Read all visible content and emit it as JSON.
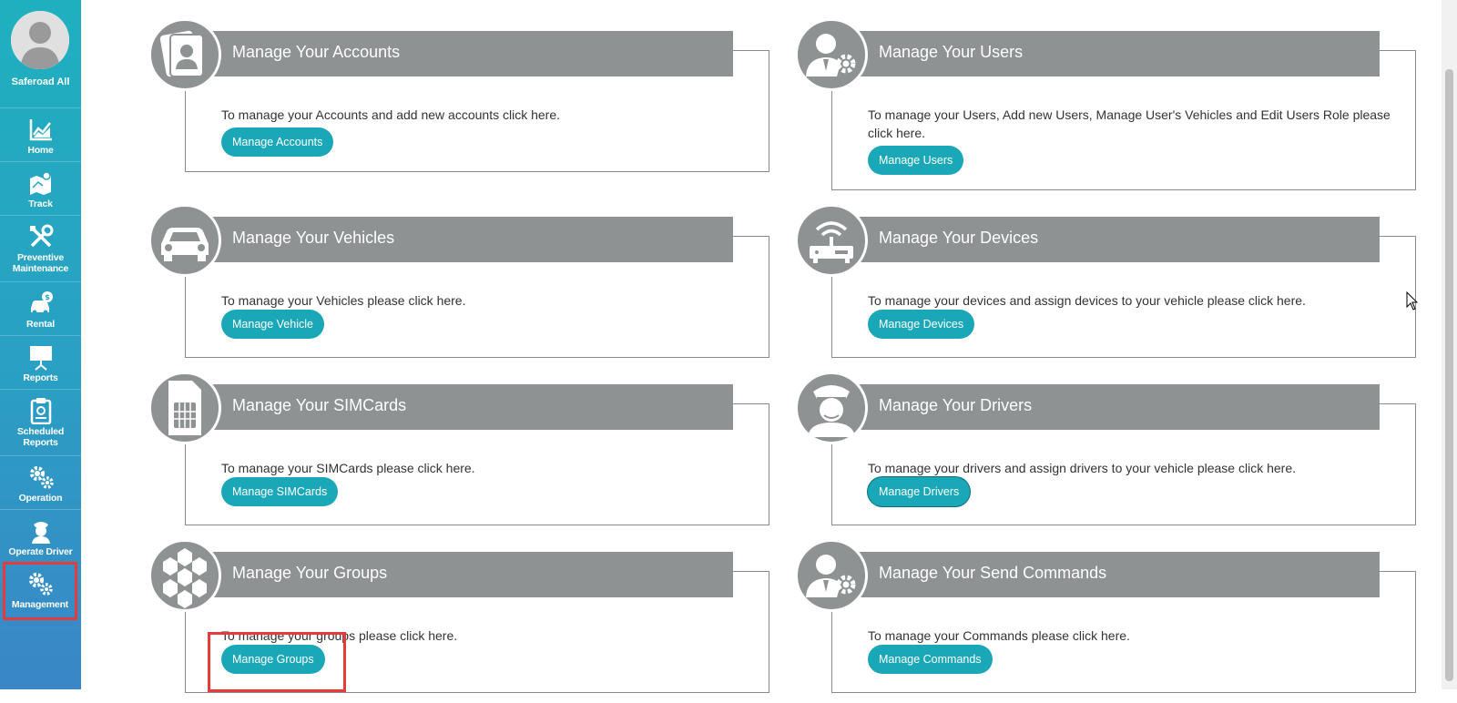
{
  "sidebar": {
    "profile_name": "Saferoad All",
    "items": [
      {
        "label": "Home",
        "icon": "chart-icon"
      },
      {
        "label": "Track",
        "icon": "map-icon"
      },
      {
        "label": "Preventive Maintenance",
        "icon": "tools-icon"
      },
      {
        "label": "Rental",
        "icon": "car-dollar-icon"
      },
      {
        "label": "Reports",
        "icon": "presentation-icon"
      },
      {
        "label": "Scheduled Reports",
        "icon": "clipboard-icon"
      },
      {
        "label": "Operation",
        "icon": "gears-icon"
      },
      {
        "label": "Operate Driver",
        "icon": "driver-icon"
      },
      {
        "label": "Management",
        "icon": "gears-icon",
        "highlighted": true
      }
    ]
  },
  "cards": [
    {
      "title": "Manage Your Accounts",
      "description": "To manage your Accounts and add new accounts click here.",
      "button": "Manage Accounts",
      "icon": "accounts-card-icon"
    },
    {
      "title": "Manage Your Users",
      "description": "To manage your Users, Add new Users, Manage User's Vehicles and Edit Users Role please click here.",
      "button": "Manage Users",
      "icon": "user-gear-icon"
    },
    {
      "title": "Manage Your Vehicles",
      "description": "To manage your Vehicles please click here.",
      "button": "Manage Vehicle",
      "icon": "car-icon"
    },
    {
      "title": "Manage Your Devices",
      "description": "To manage your devices and assign devices to your vehicle please click here.",
      "button": "Manage Devices",
      "icon": "router-icon"
    },
    {
      "title": "Manage Your SIMCards",
      "description": "To manage your SIMCards please click here.",
      "button": "Manage SIMCards",
      "icon": "simcard-icon"
    },
    {
      "title": "Manage Your Drivers",
      "description": "To manage your drivers and assign drivers to your vehicle please click here.",
      "button": "Manage Drivers",
      "icon": "driver-icon"
    },
    {
      "title": "Manage Your Groups",
      "description": "To manage your groups please click here.",
      "button": "Manage Groups",
      "icon": "hexagons-icon"
    },
    {
      "title": "Manage Your Send Commands",
      "description": "To manage your Commands please click here.",
      "button": "Manage Commands",
      "icon": "user-gear-icon"
    }
  ],
  "colors": {
    "accent": "#1aa8b8",
    "header_gray": "#8e9293",
    "highlight": "#e63b3b"
  }
}
